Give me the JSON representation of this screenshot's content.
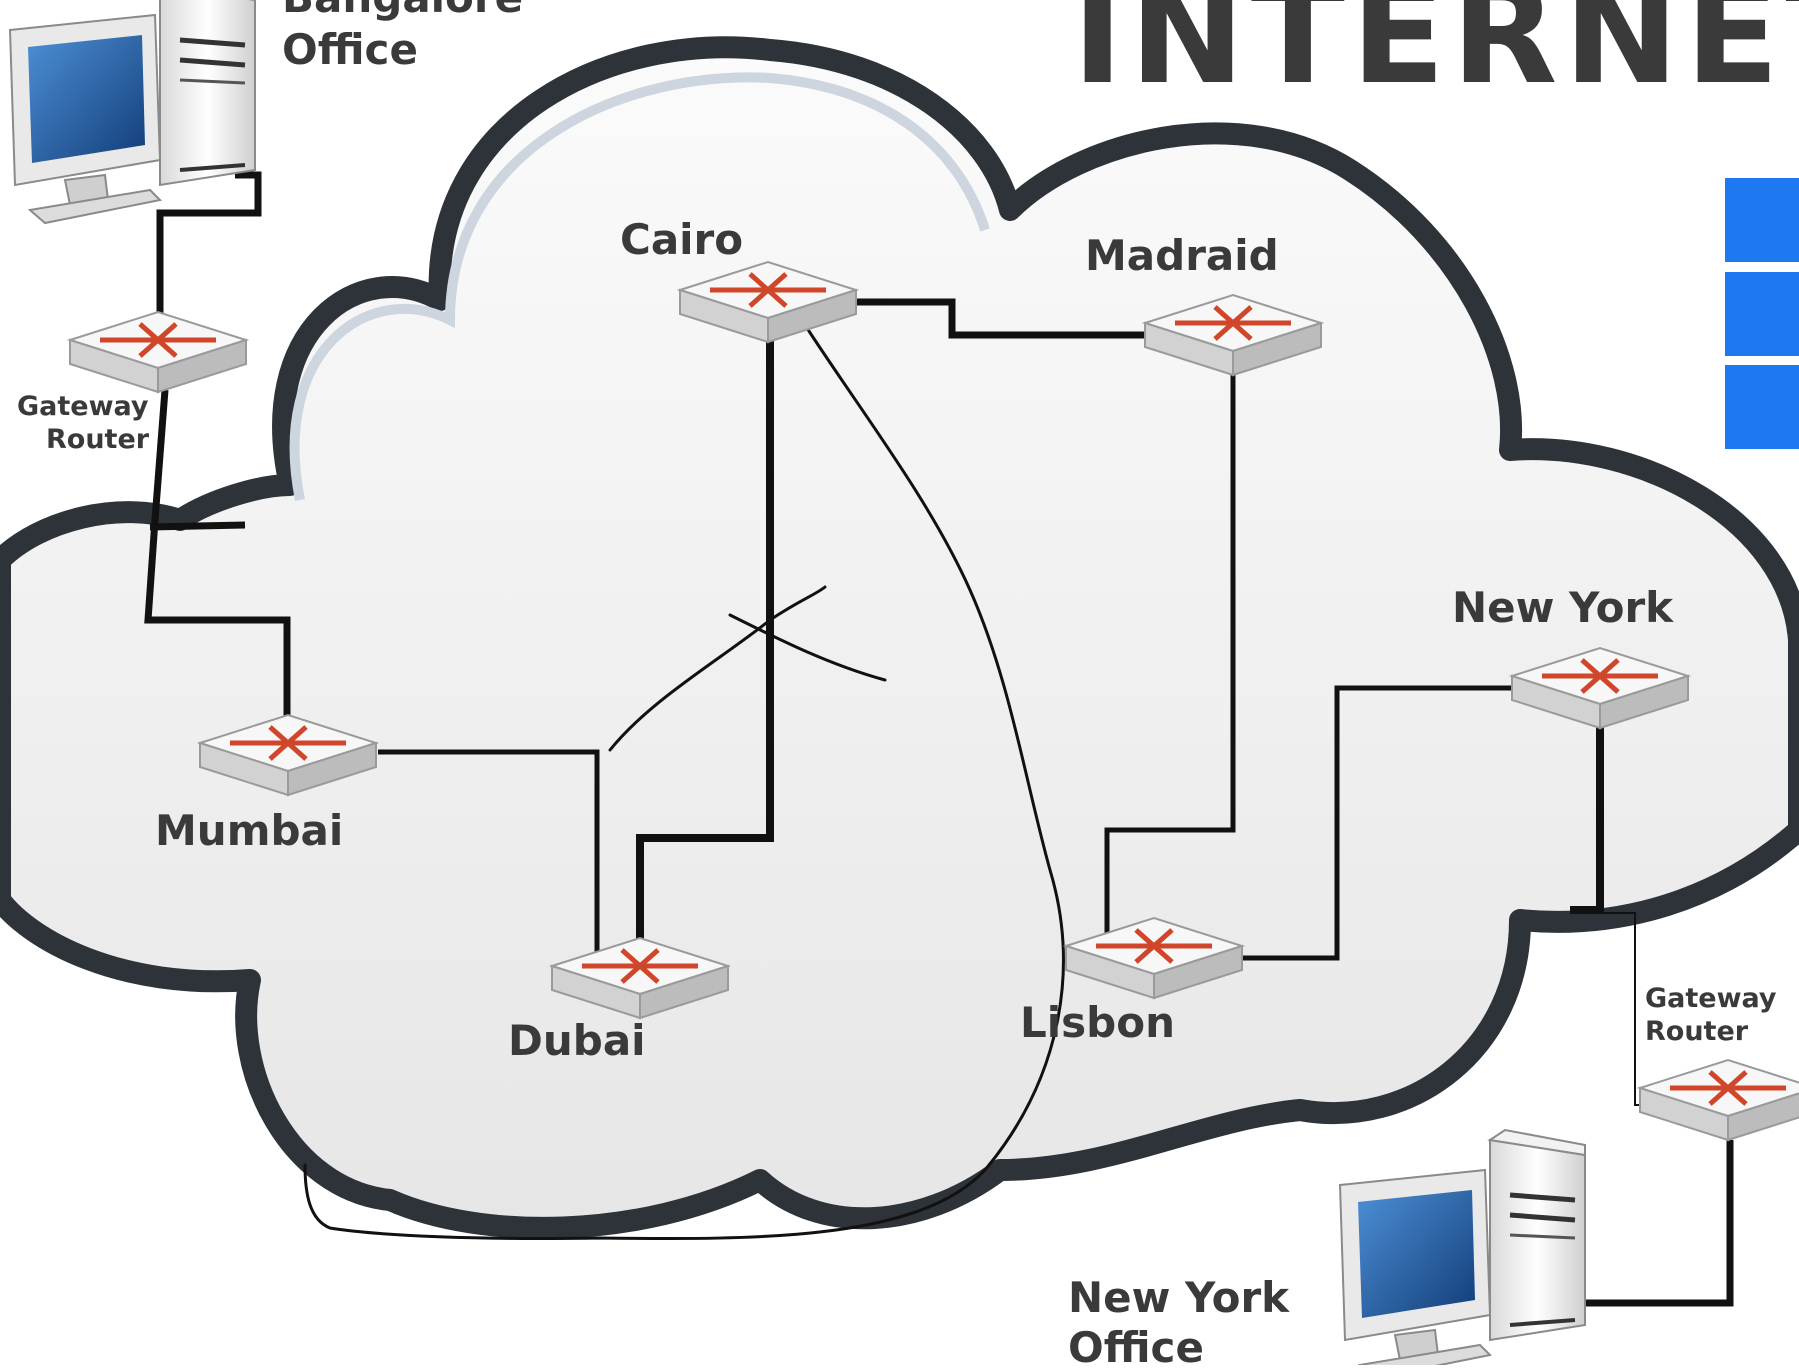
{
  "title": "INTERNET",
  "cities": {
    "cairo": "Cairo",
    "madraid": "Madraid",
    "mumbai": "Mumbai",
    "dubai": "Dubai",
    "lisbon": "Lisbon",
    "new_york": "New York"
  },
  "offices": {
    "bangalore_line1": "Bangalore",
    "bangalore_line2": "Office",
    "new_york_line1": "New York",
    "new_york_line2": "Office"
  },
  "gateways": {
    "left_line1": "Gateway",
    "left_line2": "Router",
    "right_line1": "Gateway",
    "right_line2": "Router"
  },
  "colors": {
    "cloud_fill": "#efefef",
    "cloud_border": "#2e3239",
    "router_mark": "#d0462a",
    "screen": "#1e5aa0",
    "accent_blue": "#1e78f0"
  },
  "icons": [
    "router-icon",
    "desktop-computer-icon"
  ]
}
